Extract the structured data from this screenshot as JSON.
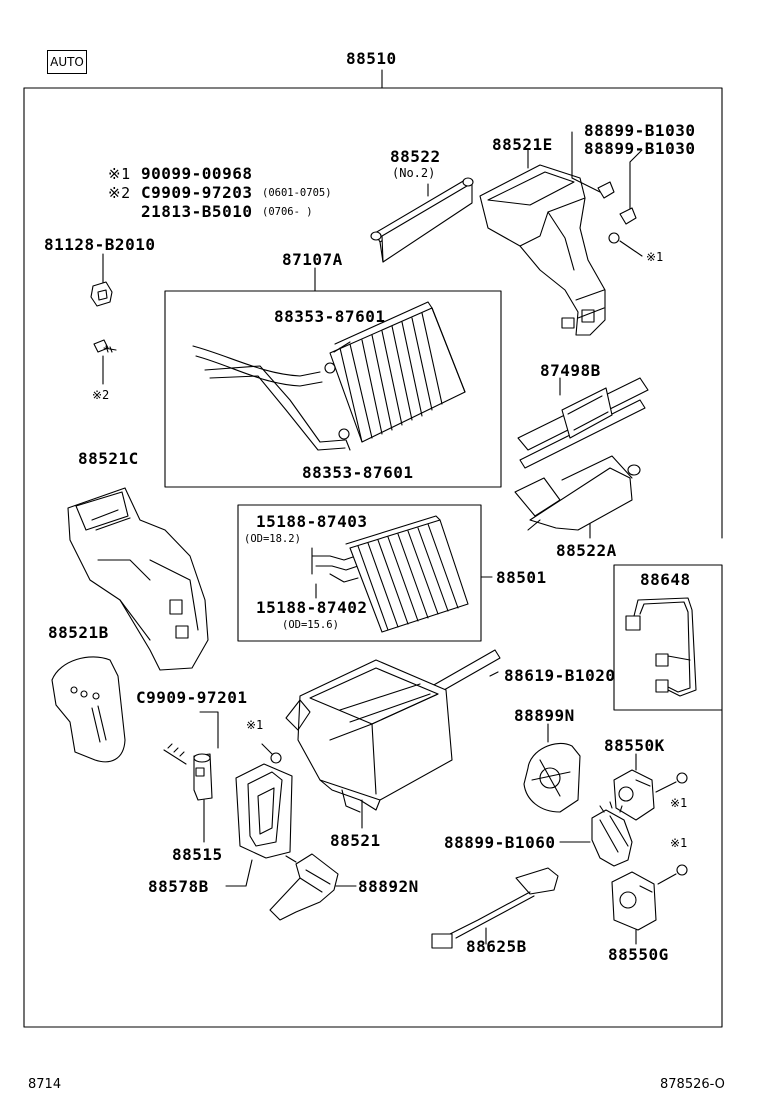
{
  "badge": "AUTO",
  "main_part": "88510",
  "footnotes": {
    "n1_mark": "※1",
    "n1_part": "90099-00968",
    "n2_mark": "※2",
    "n2_part_a": "C9909-97203",
    "n2_range_a": "(0601-0705)",
    "n2_part_b": "21813-B5010",
    "n2_range_b": "(0706-    )"
  },
  "parts": {
    "p88522": "88522",
    "p88522_sub": "(No.2)",
    "p88521E": "88521E",
    "p88899_b1030_a": "88899-B1030",
    "p88899_b1030_b": "88899-B1030",
    "ref_1_top": "※1",
    "p81128": "81128-B2010",
    "ref_2_left": "※2",
    "p87107A": "87107A",
    "p88353_top": "88353-87601",
    "p88353_bottom": "88353-87601",
    "p87498B": "87498B",
    "p88521C": "88521C",
    "p15188_87403": "15188-87403",
    "od_182": "(OD=18.2)",
    "p15188_87402": "15188-87402",
    "od_156": "(OD=15.6)",
    "p88501": "88501",
    "p88522A": "88522A",
    "p88648": "88648",
    "p88521B": "88521B",
    "p88619": "88619-B1020",
    "pC9909": "C9909-97201",
    "ref_1_mid": "※1",
    "p88899N": "88899N",
    "p88550K": "88550K",
    "ref_1_k": "※1",
    "p88515": "88515",
    "p88521": "88521",
    "p88899_b1060": "88899-B1060",
    "ref_1_g": "※1",
    "p88578B": "88578B",
    "p88892N": "88892N",
    "p88625B": "88625B",
    "p88550G": "88550G"
  },
  "footer": {
    "left": "8714",
    "right": "878526-O"
  }
}
